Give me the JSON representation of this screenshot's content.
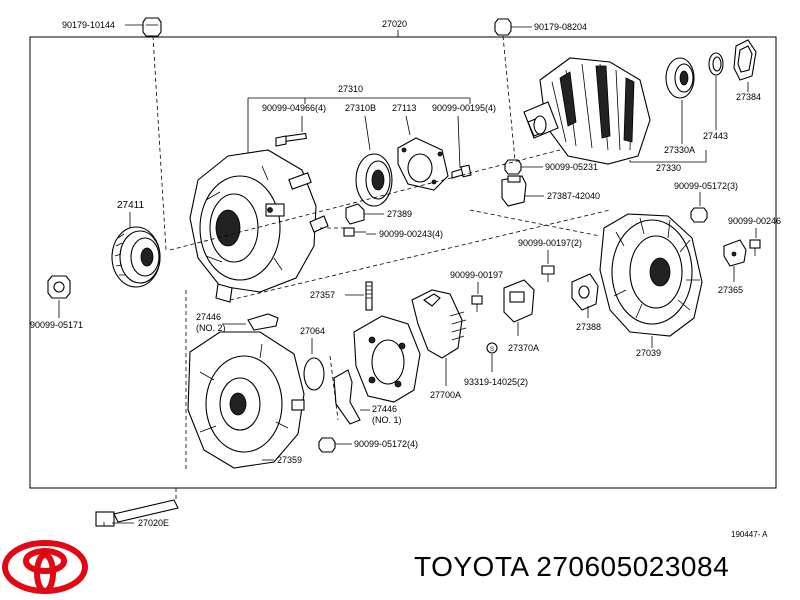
{
  "diagram": {
    "callouts": {
      "p90179_10144": "90179-10144",
      "p27020": "27020",
      "p90179_08204": "90179-08204",
      "p27310": "27310",
      "p90099_04966": "90099-04966(4)",
      "p27310B": "27310B",
      "p27113": "27113",
      "p90099_00195": "90099-00195(4)",
      "p27384": "27384",
      "p27443": "27443",
      "p27330A": "27330A",
      "p27330": "27330",
      "p90099_05231": "90099-05231",
      "p27387": "27387-42040",
      "p27411": "27411",
      "p27389": "27389",
      "p90099_00243": "90099-00243(4)",
      "p90099_05172_3": "90099-05172(3)",
      "p90099_00246": "90099-00246",
      "p90099_00197_2": "90099-00197(2)",
      "p90099_00197": "90099-00197",
      "p27365": "27365",
      "p90099_05171": "90099-05171",
      "p27357": "27357",
      "p27388": "27388",
      "p27446_no2_num": "27446",
      "p27446_no2_sub": "(NO. 2)",
      "p27064": "27064",
      "p27370A": "27370A",
      "p27039": "27039",
      "p93319": "93319-14025(2)",
      "p27700A": "27700A",
      "p27446_no1_num": "27446",
      "p27446_no1_sub": "(NO. 1)",
      "p90099_05172_4": "90099-05172(4)",
      "p27359": "27359",
      "p27020E": "27020E"
    },
    "figure_ref": "190447- A"
  },
  "footer": {
    "brand_text": "TOYOTA 270605023084",
    "logo_color": "#e30613"
  }
}
